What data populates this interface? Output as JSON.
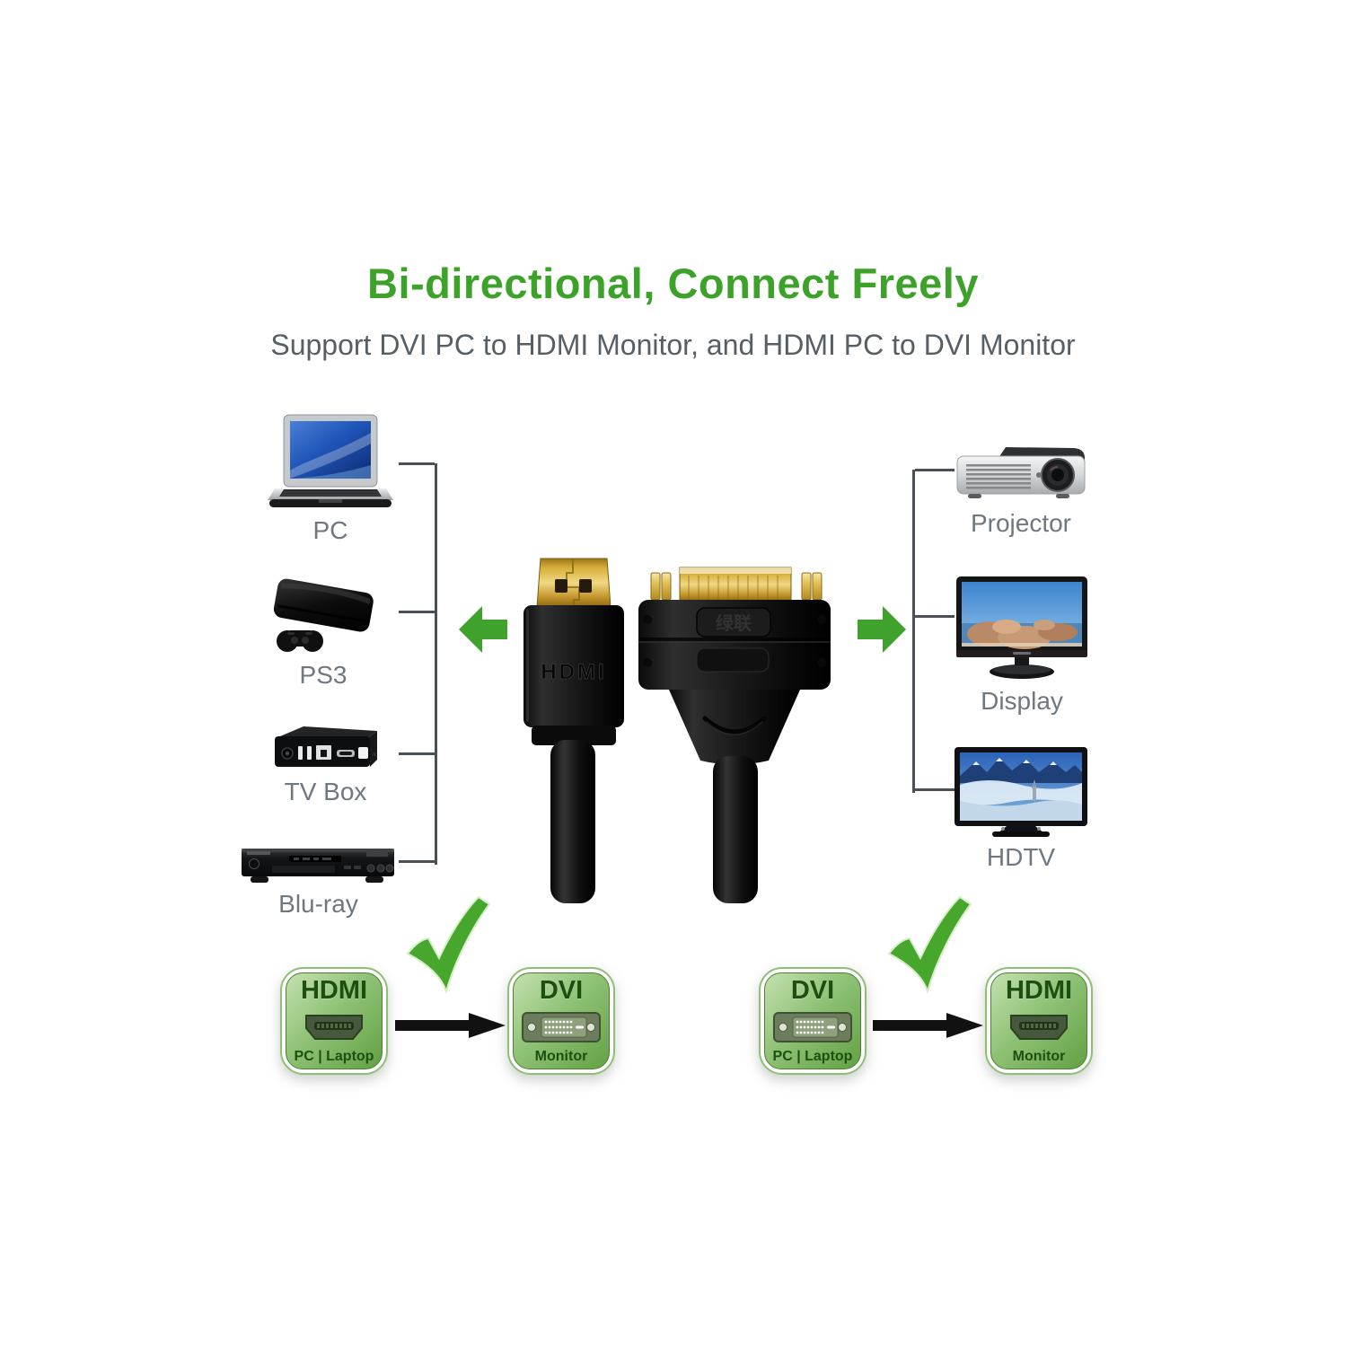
{
  "header": {
    "title": "Bi-directional, Connect Freely",
    "subtitle": "Support DVI PC to HDMI Monitor, and HDMI PC to DVI Monitor"
  },
  "left_devices": [
    {
      "label": "PC"
    },
    {
      "label": "PS3"
    },
    {
      "label": "TV Box"
    },
    {
      "label": "Blu-ray"
    }
  ],
  "right_devices": [
    {
      "label": "Projector"
    },
    {
      "label": "Display"
    },
    {
      "label": "HDTV"
    }
  ],
  "cable": {
    "hdmi_connector_label": "HDMI",
    "dvi_connector_brand": "绿联"
  },
  "diagrams": [
    {
      "source": {
        "title": "HDMI",
        "subtitle": "PC | Laptop"
      },
      "target": {
        "title": "DVI",
        "subtitle": "Monitor"
      }
    },
    {
      "source": {
        "title": "DVI",
        "subtitle": "PC | Laptop"
      },
      "target": {
        "title": "HDMI",
        "subtitle": "Monitor"
      }
    }
  ],
  "icons": {
    "direction_arrows": [
      "green-block-arrow-left",
      "green-block-arrow-right"
    ],
    "approval": "green-checkmark-icon",
    "flow": "black-right-arrow-icon",
    "ports": [
      "hdmi-port-icon",
      "dvi-port-icon"
    ]
  },
  "colors": {
    "title_green": "#3ca22a",
    "arrow_green": "#3ea22c",
    "check_green": "#47a62c",
    "subtitle_gray": "#565e66",
    "label_gray": "#6f7780",
    "badge_text_green": "#1d4f10",
    "connector_line_gray": "#4b5056",
    "gold": "#d8b13c"
  }
}
